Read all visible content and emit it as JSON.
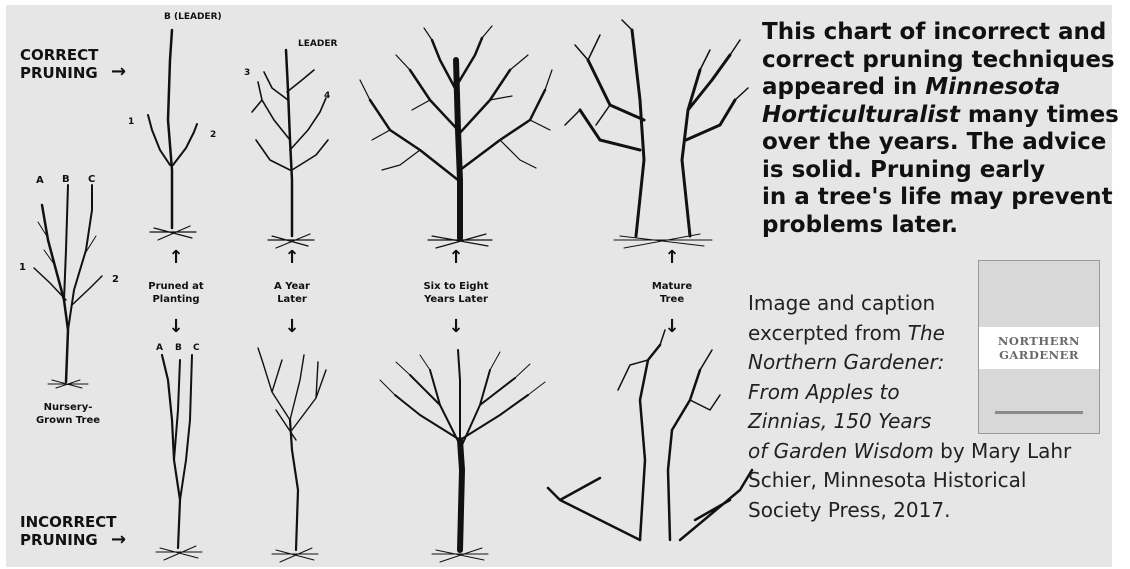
{
  "diagram": {
    "rows": {
      "correct": "CORRECT\nPRUNING",
      "incorrect": "INCORRECT\nPRUNING",
      "arrow": "→"
    },
    "nursery": {
      "label": "Nursery-\nGrown Tree",
      "branch_letters": [
        "A",
        "B",
        "C"
      ],
      "branch_numbers": [
        "1",
        "2"
      ]
    },
    "stages": [
      {
        "label": "Pruned at\nPlanting",
        "top_labels": [
          "B (LEADER)",
          "1",
          "2"
        ],
        "bottom_labels": [
          "A",
          "B",
          "C"
        ]
      },
      {
        "label": "A Year\nLater",
        "top_labels": [
          "LEADER",
          "3",
          "4"
        ]
      },
      {
        "label": "Six to Eight\nYears Later"
      },
      {
        "label": "Mature\nTree"
      }
    ]
  },
  "caption": {
    "lines": [
      "This chart of incorrect and",
      "correct pruning techniques",
      "appeared in Minnesota",
      "Horticulturalist many times",
      "over the years. The advice",
      "is solid. Pruning early",
      "in a tree's life may prevent",
      "problems later."
    ],
    "italic_phrase": "Minnesota Horticulturalist"
  },
  "credit": {
    "lines": [
      "Image and caption",
      "excerpted from The",
      "Northern Gardener:",
      "From Apples to",
      "Zinnias, 150 Years",
      "of Garden Wisdom by Mary Lahr",
      "Schier, Minnesota Historical",
      "Society Press, 2017."
    ],
    "book_title": "The Northern Gardener: From Apples to Zinnias, 150 Years of Garden Wisdom",
    "author": "Mary Lahr Schier",
    "publisher": "Minnesota Historical Society Press",
    "year": "2017"
  },
  "book_cover": {
    "title_line1": "NORTHERN",
    "title_line2": "GARDENER"
  }
}
